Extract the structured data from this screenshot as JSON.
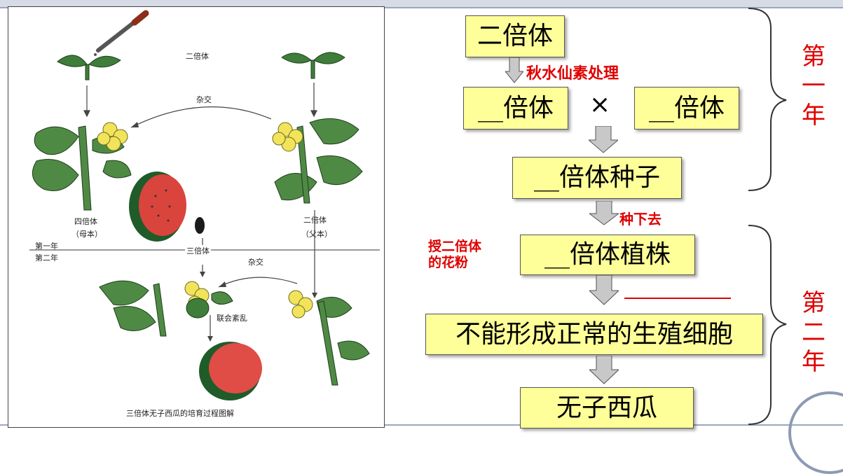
{
  "illustration": {
    "diploid_top": "二倍体",
    "cross_top": "杂交",
    "tetraploid": "四倍体",
    "mother": "（母本）",
    "diploid_right": "二倍体",
    "father": "（父本）",
    "year_one": "第一年",
    "year_two": "第二年",
    "triploid": "三倍体",
    "cross_bottom": "杂交",
    "synapsis_chaos": "联会紊乱",
    "caption": "三倍体无子西瓜的培育过程图解"
  },
  "flow": {
    "box_diploid": "二倍体",
    "treatment_label": "秋水仙素处理",
    "box_left_ploidy": "__倍体",
    "cross_symbol": "×",
    "box_right_ploidy": "__倍体",
    "box_seed": "__倍体种子",
    "plant_label": "种下去",
    "pollen_label": "授二倍体\n的花粉",
    "box_plant": "__倍体植株",
    "box_no_gamete": "不能形成正常的生殖细胞",
    "box_seedless": "无子西瓜",
    "year_one_label": "第\n一\n年",
    "year_two_label": "第\n二\n年"
  },
  "colors": {
    "box_fill": "#ffff99",
    "annotation_red": "#e00000",
    "arrow_fill": "#c8c8c8"
  }
}
